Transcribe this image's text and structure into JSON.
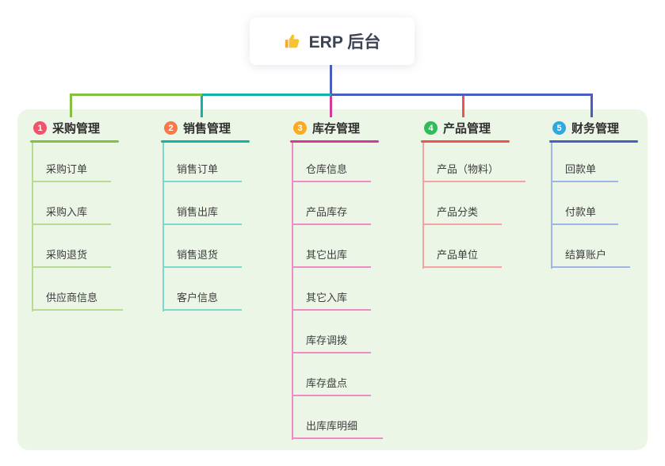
{
  "root": {
    "title": "ERP 后台",
    "icon": "thumbs-up-icon"
  },
  "canvas": {
    "background": "#ffffff",
    "panel_bg": "#ecf6e6",
    "connector_color": "#4a5ec2"
  },
  "branches": [
    {
      "index": "1",
      "title": "采购管理",
      "color": "#84c141",
      "light_color": "#b5dc8f",
      "badge_color": "#f4516c",
      "children": [
        "采购订单",
        "采购入库",
        "采购退货",
        "供应商信息"
      ]
    },
    {
      "index": "2",
      "title": "销售管理",
      "color": "#12b3a6",
      "light_color": "#7fd6ca",
      "badge_color": "#f87a4b",
      "children": [
        "销售订单",
        "销售出库",
        "销售退货",
        "客户信息"
      ]
    },
    {
      "index": "3",
      "title": "库存管理",
      "color": "#d43a97",
      "light_color": "#ef8cc6",
      "badge_color": "#fbab1e",
      "children": [
        "仓库信息",
        "产品库存",
        "其它出库",
        "其它入库",
        "库存调拨",
        "库存盘点",
        "出库库明细"
      ]
    },
    {
      "index": "4",
      "title": "产品管理",
      "color": "#ef5350",
      "light_color": "#f5a3a2",
      "badge_color": "#2ebd59",
      "children": [
        "产品（物料）",
        "产品分类",
        "产品单位"
      ]
    },
    {
      "index": "5",
      "title": "财务管理",
      "color": "#4a5ec2",
      "light_color": "#9fb5e6",
      "badge_color": "#2ea9e1",
      "children": [
        "回款单",
        "付款单",
        "结算账户"
      ]
    }
  ]
}
